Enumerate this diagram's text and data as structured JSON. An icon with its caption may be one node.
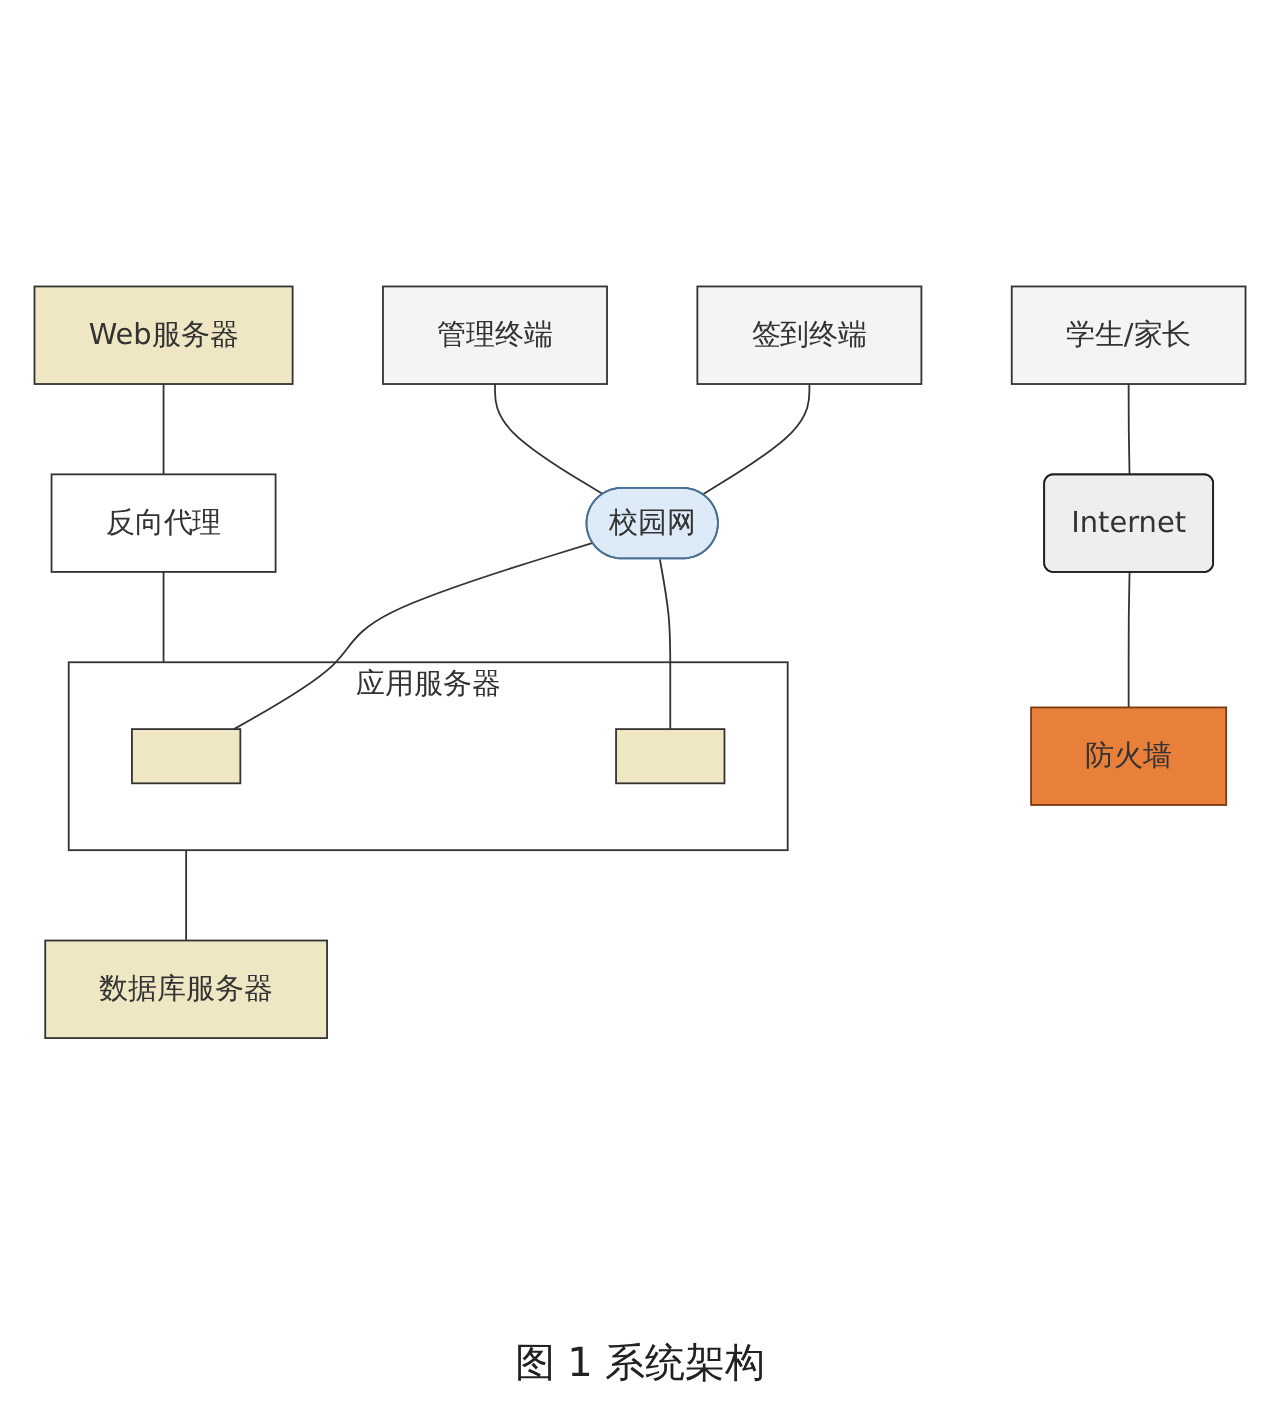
{
  "diagram": {
    "caption": "图 1 系统架构",
    "nodes": [
      {
        "text": [
          "学生/家长"
        ]
      },
      {
        "text": [
          "签到终端"
        ]
      },
      {
        "text": [
          "管理终端"
        ]
      },
      {
        "text": [
          "Internet"
        ]
      },
      {
        "text": [
          "校园网"
        ]
      },
      {
        "text": [
          "应用服务器"
        ]
      },
      {
        "text": [],
        "shape": "box",
        "in": 5
      },
      {
        "text": [],
        "shape": "box",
        "in": 5
      },
      {
        "text": [
          "反向代理"
        ]
      },
      {
        "text": [
          "防火墙"
        ]
      },
      {
        "text": [
          "Web服务器"
        ]
      },
      {
        "text": [
          "数据库服务器"
        ]
      }
    ],
    "edges": [
      {
        "from": 0,
        "to": 3,
        "arrow": "none"
      },
      {
        "from": 1,
        "to": 4,
        "arrow": "none"
      },
      {
        "from": 2,
        "to": 4,
        "arrow": "none"
      },
      {
        "from": 4,
        "to": 6,
        "arrow": "none"
      },
      {
        "from": 4,
        "to": 7,
        "arrow": "none"
      },
      {
        "from": 3,
        "to": 9,
        "arrow": "none"
      },
      {
        "from": 10,
        "to": 8,
        "arrow": "none"
      },
      {
        "from": 8,
        "to": 5,
        "arrow": "none"
      },
      {
        "from": 5,
        "to": 11,
        "arrow": "none"
      }
    ]
  }
}
